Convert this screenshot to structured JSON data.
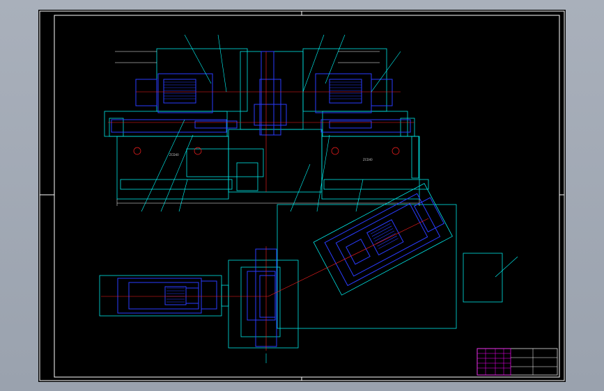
{
  "window": {
    "title": ""
  },
  "colors": {
    "background": "#000000",
    "frame": "#ffffff",
    "machine_blue": "#2a3cff",
    "outline_cyan": "#00e5e5",
    "centerline_red": "#ff2020",
    "leader_cyan": "#00ffff",
    "title_block_magenta": "#ff00ff"
  },
  "labels": {
    "table_left": "ZCD40",
    "table_right": "ZCD40"
  },
  "title_block": {
    "drawing_name": "",
    "drawing_number": ""
  },
  "icons": [
    "drawing-frame",
    "title-block"
  ]
}
